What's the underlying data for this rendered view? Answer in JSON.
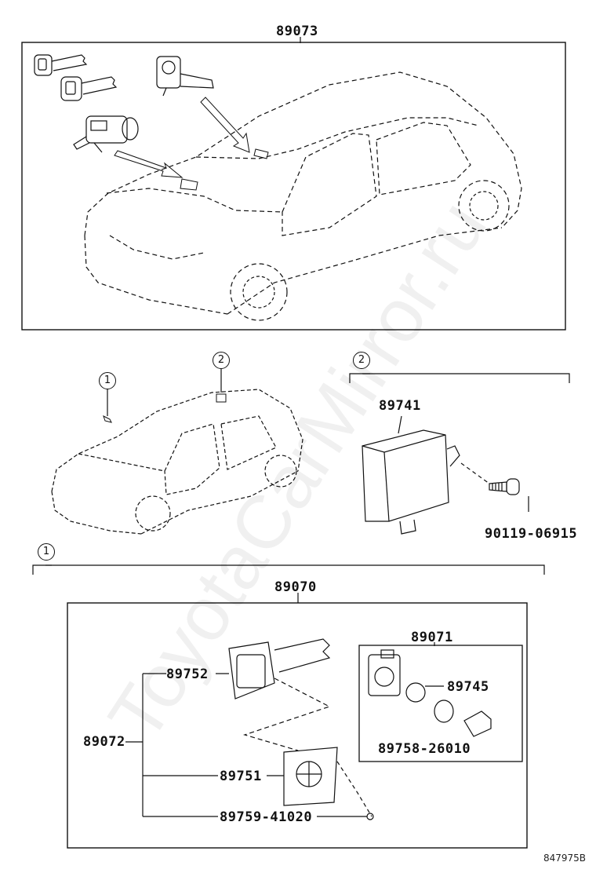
{
  "labels": {
    "kit_top": "89073",
    "ecu": "89741",
    "screw": "90119-06915",
    "kit_bottom": "89070",
    "cylinder_set": "89071",
    "key_blank": "89752",
    "plug": "89745",
    "key_assy": "89072",
    "ring_part": "89758-26010",
    "transponder": "89751",
    "key_screw": "89759-41020"
  },
  "callouts": {
    "one": "1",
    "two": "2"
  },
  "reference_code": "847975B",
  "watermark": "ToyotaCarMirror.ru",
  "colors": {
    "line": "#111111",
    "paper": "#ffffff",
    "watermark": "#e6e6e6"
  }
}
